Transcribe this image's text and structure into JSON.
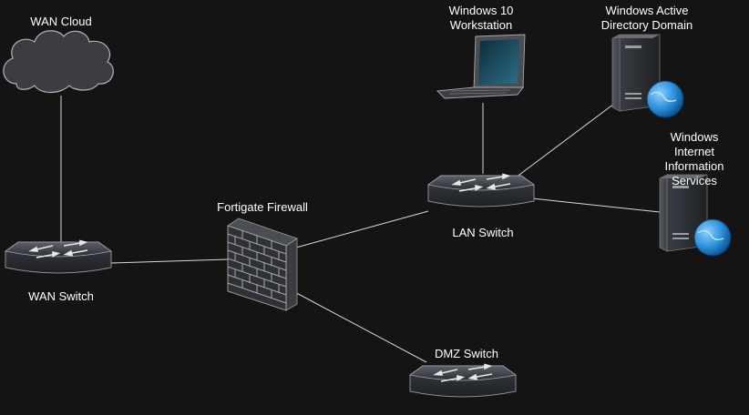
{
  "nodes": {
    "wan_cloud": "WAN Cloud",
    "wan_switch": "WAN Switch",
    "firewall": "Fortigate Firewall",
    "lan_switch": "LAN Switch",
    "dmz_switch": "DMZ Switch",
    "workstation": "Windows 10\nWorkstation",
    "ad_server": "Windows Active\nDirectory Domain",
    "iis_server": "Windows Internet\nInformation\nServices"
  },
  "colors": {
    "background": "#141414",
    "connector": "#d9d9d9",
    "device_fill": "#2e3138",
    "globe": "#2a8fd8"
  }
}
